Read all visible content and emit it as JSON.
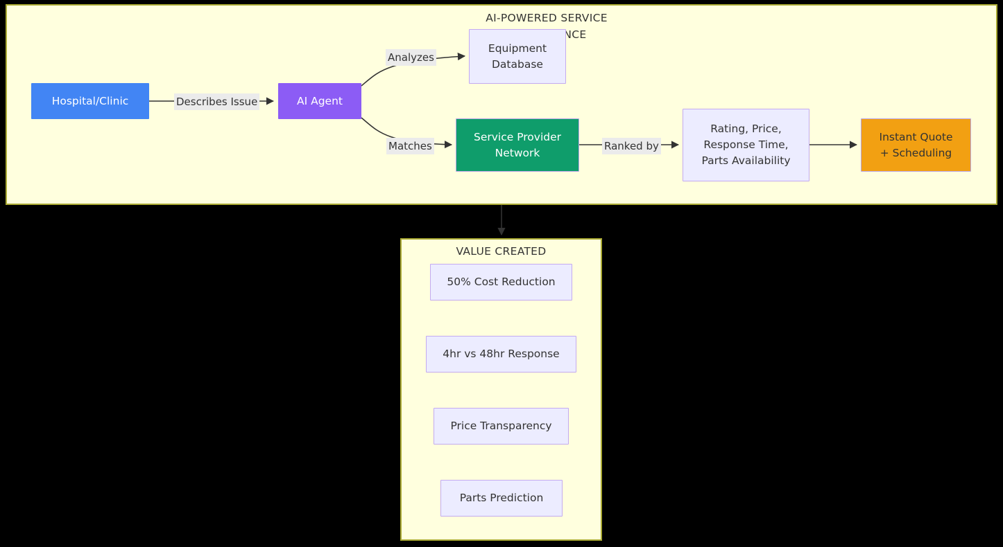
{
  "diagram": {
    "background_color": "#000000",
    "subgraph_fill": "#ffffde",
    "subgraph_border": "#aaaa33",
    "top_subgraph": {
      "title": "AI-POWERED SERVICE\nINTELLIGENCE"
    },
    "bottom_subgraph": {
      "title": "VALUE CREATED"
    },
    "nodes": {
      "hospital": {
        "label": "Hospital/Clinic",
        "fill": "#4285f4",
        "text_color": "#ffffff"
      },
      "ai_agent": {
        "label": "AI Agent",
        "fill": "#8c5cf5",
        "text_color": "#ffffff"
      },
      "equipment_database": {
        "label": "Equipment\nDatabase",
        "fill": "#ececff",
        "text_color": "#333333"
      },
      "service_provider_network": {
        "label": "Service Provider\nNetwork",
        "fill": "#0f9d6b",
        "text_color": "#ffffff"
      },
      "ranking_criteria": {
        "label": "Rating, Price,\nResponse Time,\nParts Availability",
        "fill": "#ececff",
        "text_color": "#333333"
      },
      "instant_quote": {
        "label": "Instant Quote\n+ Scheduling",
        "fill": "#f2a012",
        "text_color": "#333333"
      },
      "cost_reduction": {
        "label": "50% Cost Reduction",
        "fill": "#ececff",
        "text_color": "#333333"
      },
      "response_time": {
        "label": "4hr vs 48hr Response",
        "fill": "#ececff",
        "text_color": "#333333"
      },
      "price_transparency": {
        "label": "Price Transparency",
        "fill": "#ececff",
        "text_color": "#333333"
      },
      "parts_prediction": {
        "label": "Parts Prediction",
        "fill": "#ececff",
        "text_color": "#333333"
      }
    },
    "edges": {
      "describes_issue": {
        "label": "Describes Issue",
        "from": "hospital",
        "to": "ai_agent"
      },
      "analyzes": {
        "label": "Analyzes",
        "from": "ai_agent",
        "to": "equipment_database"
      },
      "matches": {
        "label": "Matches",
        "from": "ai_agent",
        "to": "service_provider_network"
      },
      "ranked_by": {
        "label": "Ranked by",
        "from": "service_provider_network",
        "to": "ranking_criteria"
      },
      "criteria_to_quote": {
        "label": "",
        "from": "ranking_criteria",
        "to": "instant_quote"
      },
      "top_to_value": {
        "label": "",
        "from": "top_subgraph",
        "to": "bottom_subgraph"
      }
    }
  }
}
